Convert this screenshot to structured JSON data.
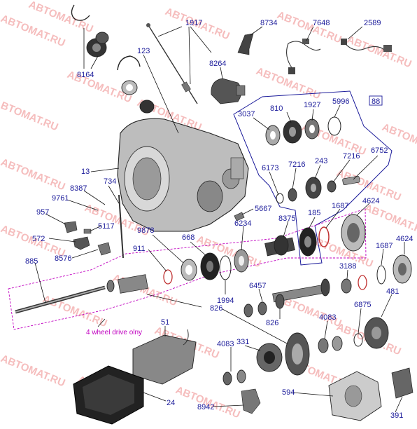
{
  "watermark": "ABTOMAT.RU",
  "colors": {
    "label": "#1a1a9a",
    "magenta": "#c000c0",
    "blue_outline": "#1a1a9a",
    "watermark": "#ee8888"
  },
  "caption": "4 wheel drive olny",
  "labels": {
    "l1917": "1917",
    "l8734": "8734",
    "l7648": "7648",
    "l2589": "2589",
    "l8164": "8164",
    "l123": "123",
    "l8264": "8264",
    "l88": "88",
    "l3037": "3037",
    "l810": "810",
    "l1927": "1927",
    "l5996": "5996",
    "l6173": "6173",
    "l7216a": "7216",
    "l243": "243",
    "l7216b": "7216",
    "l6752": "6752",
    "l13": "13",
    "l734": "734",
    "l8387": "8387",
    "l9761": "9761",
    "l957": "957",
    "l5117": "5117",
    "l572": "572",
    "l8576": "8576",
    "l9878": "9878",
    "l911": "911",
    "l668": "668",
    "l5667": "5667",
    "l6234": "6234",
    "l8375": "8375",
    "l185": "185",
    "l1687a": "1687",
    "l4624a": "4624",
    "l1687b": "1687",
    "l4624b": "4624",
    "l885": "885",
    "l1994": "1994",
    "l3188": "3188",
    "l6457": "6457",
    "l481": "481",
    "l826a": "826",
    "l826b": "826",
    "l6875": "6875",
    "l4083a": "4083",
    "l4083b": "4083",
    "l51": "51",
    "l331": "331",
    "l594": "594",
    "l24": "24",
    "l8942": "8942",
    "l391": "391"
  }
}
